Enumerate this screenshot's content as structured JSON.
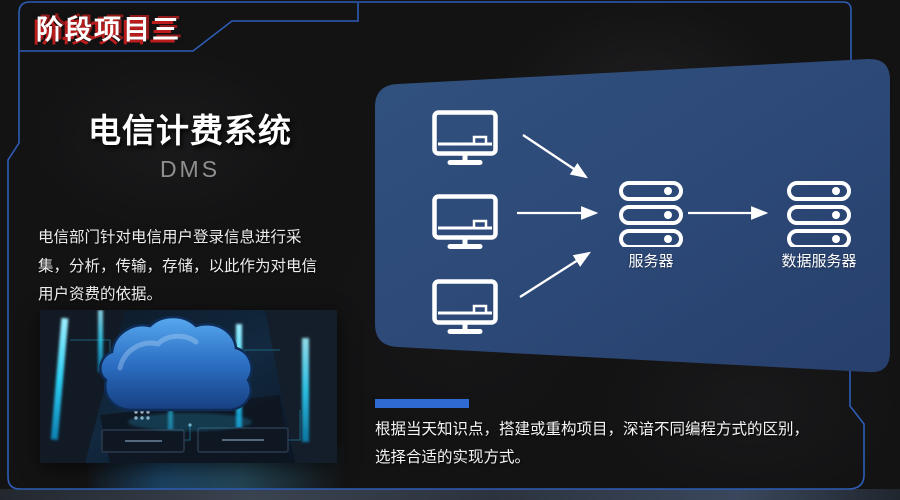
{
  "banner": {
    "label": "阶段项目三"
  },
  "hero": {
    "title": "电信计费系统",
    "subtitle": "DMS"
  },
  "description": {
    "text": "电信部门针对电信用户登录信息进行采集，分析，传输，存储，以此作为对电信用户资费的依据。"
  },
  "diagram": {
    "server_label": "服务器",
    "data_server_label": "数据服务器",
    "client_count": 3
  },
  "footer": {
    "line1": "根据当天知识点，搭建或重构项目，深谙不同编程方式的区别，",
    "line2": "选择合适的实现方式。"
  },
  "colors": {
    "panel_blue": "#2d4a7a",
    "accent_bar_blue": "#2e6ad1",
    "border_line_blue": "#2e5db6",
    "glitch_red": "#bb1d1d",
    "subtitle_gray": "#8f8f8f"
  },
  "illustration": {
    "name": "cloud-computing-circuit-photo"
  }
}
